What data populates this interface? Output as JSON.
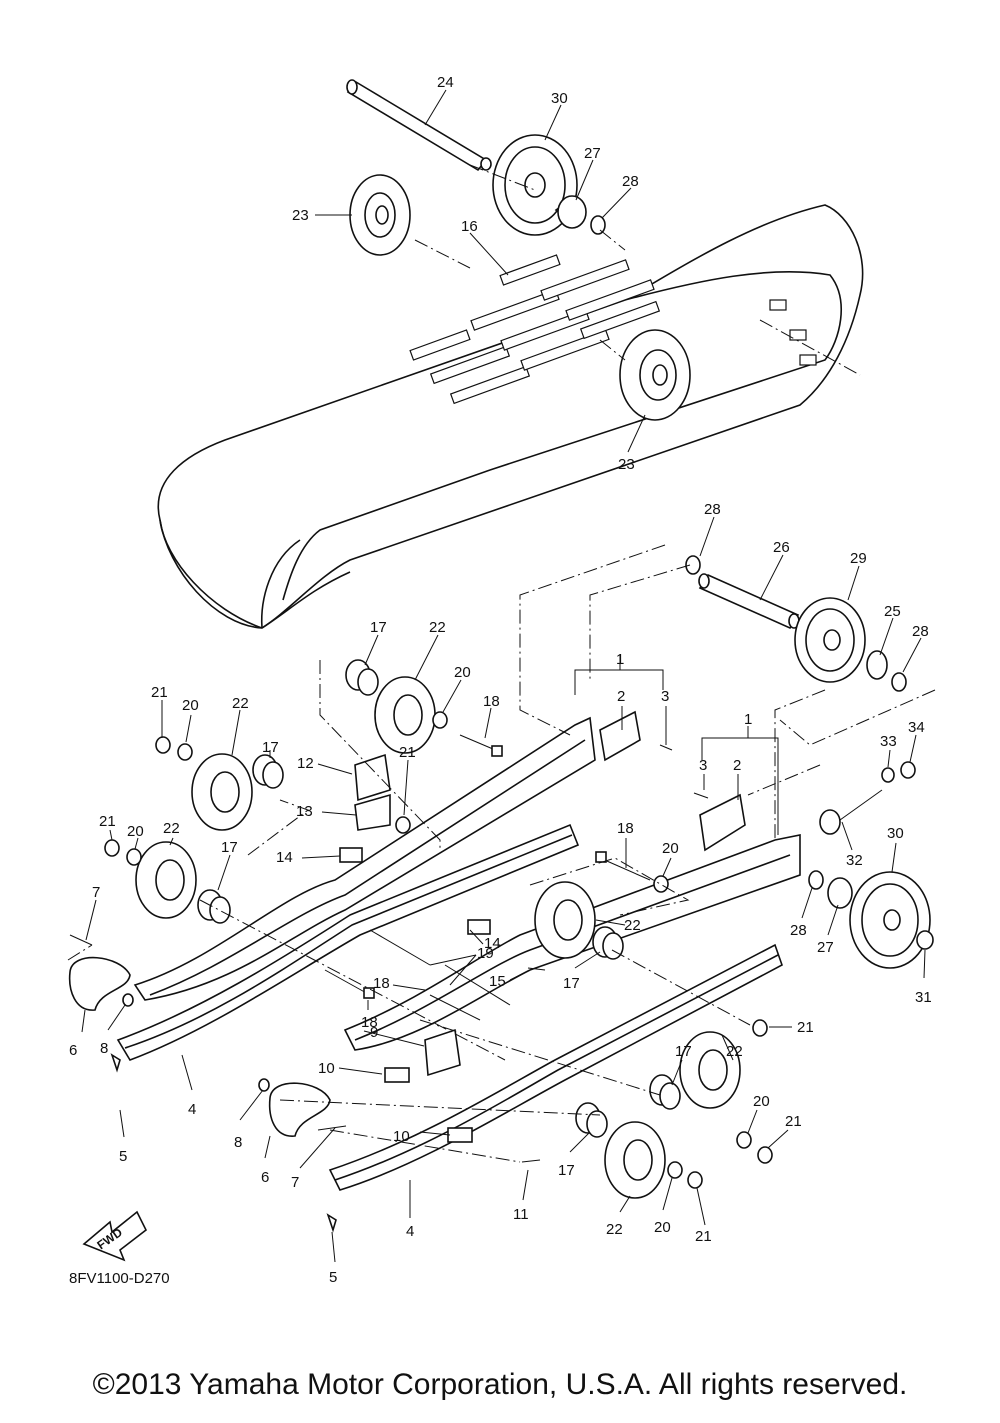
{
  "diagram": {
    "drawing_code": "8FV1100-D270",
    "copyright": "©2013 Yamaha Motor Corporation, U.S.A. All rights reserved.",
    "fwd_badge": "FWD",
    "callouts": [
      {
        "id": "c24a",
        "text": "24"
      },
      {
        "id": "c30a",
        "text": "30"
      },
      {
        "id": "c27a",
        "text": "27"
      },
      {
        "id": "c28a",
        "text": "28"
      },
      {
        "id": "c23a",
        "text": "23"
      },
      {
        "id": "c16",
        "text": "16"
      },
      {
        "id": "c23b",
        "text": "23"
      },
      {
        "id": "c28b",
        "text": "28"
      },
      {
        "id": "c26",
        "text": "26"
      },
      {
        "id": "c29",
        "text": "29"
      },
      {
        "id": "c25",
        "text": "25"
      },
      {
        "id": "c28c",
        "text": "28"
      },
      {
        "id": "c17a",
        "text": "17"
      },
      {
        "id": "c22a",
        "text": "22"
      },
      {
        "id": "c20a",
        "text": "20"
      },
      {
        "id": "c18a",
        "text": "18"
      },
      {
        "id": "c1a",
        "text": "1"
      },
      {
        "id": "c2a",
        "text": "2"
      },
      {
        "id": "c3a",
        "text": "3"
      },
      {
        "id": "c21a",
        "text": "21"
      },
      {
        "id": "c20b",
        "text": "20"
      },
      {
        "id": "c22b",
        "text": "22"
      },
      {
        "id": "c1b",
        "text": "1"
      },
      {
        "id": "c3b",
        "text": "3"
      },
      {
        "id": "c2b",
        "text": "2"
      },
      {
        "id": "c33",
        "text": "33"
      },
      {
        "id": "c34",
        "text": "34"
      },
      {
        "id": "c12",
        "text": "12"
      },
      {
        "id": "c17b",
        "text": "17"
      },
      {
        "id": "c21b",
        "text": "21"
      },
      {
        "id": "c21c",
        "text": "21"
      },
      {
        "id": "c20c",
        "text": "20"
      },
      {
        "id": "c22c",
        "text": "22"
      },
      {
        "id": "c13",
        "text": "13"
      },
      {
        "id": "c17c",
        "text": "17"
      },
      {
        "id": "c14a",
        "text": "14"
      },
      {
        "id": "c18b",
        "text": "18"
      },
      {
        "id": "c20d",
        "text": "20"
      },
      {
        "id": "c32",
        "text": "32"
      },
      {
        "id": "c30b",
        "text": "30"
      },
      {
        "id": "c7a",
        "text": "7"
      },
      {
        "id": "c28d",
        "text": "28"
      },
      {
        "id": "c27b",
        "text": "27"
      },
      {
        "id": "c22d",
        "text": "22"
      },
      {
        "id": "c14b",
        "text": "14"
      },
      {
        "id": "c19",
        "text": "19"
      },
      {
        "id": "c15",
        "text": "15"
      },
      {
        "id": "c17d",
        "text": "17"
      },
      {
        "id": "c31",
        "text": "31"
      },
      {
        "id": "c6a",
        "text": "6"
      },
      {
        "id": "c8a",
        "text": "8"
      },
      {
        "id": "c18c",
        "text": "18"
      },
      {
        "id": "c18d",
        "text": "18"
      },
      {
        "id": "c9",
        "text": "9"
      },
      {
        "id": "c21d",
        "text": "21"
      },
      {
        "id": "c4a",
        "text": "4"
      },
      {
        "id": "c10a",
        "text": "10"
      },
      {
        "id": "c17e",
        "text": "17"
      },
      {
        "id": "c22e",
        "text": "22"
      },
      {
        "id": "c5a",
        "text": "5"
      },
      {
        "id": "c8b",
        "text": "8"
      },
      {
        "id": "c20e",
        "text": "20"
      },
      {
        "id": "c21e",
        "text": "21"
      },
      {
        "id": "c10b",
        "text": "10"
      },
      {
        "id": "c6b",
        "text": "6"
      },
      {
        "id": "c7b",
        "text": "7"
      },
      {
        "id": "c17f",
        "text": "17"
      },
      {
        "id": "c11",
        "text": "11"
      },
      {
        "id": "c22f",
        "text": "22"
      },
      {
        "id": "c20f",
        "text": "20"
      },
      {
        "id": "c21f",
        "text": "21"
      },
      {
        "id": "c4b",
        "text": "4"
      },
      {
        "id": "c5b",
        "text": "5"
      }
    ]
  }
}
